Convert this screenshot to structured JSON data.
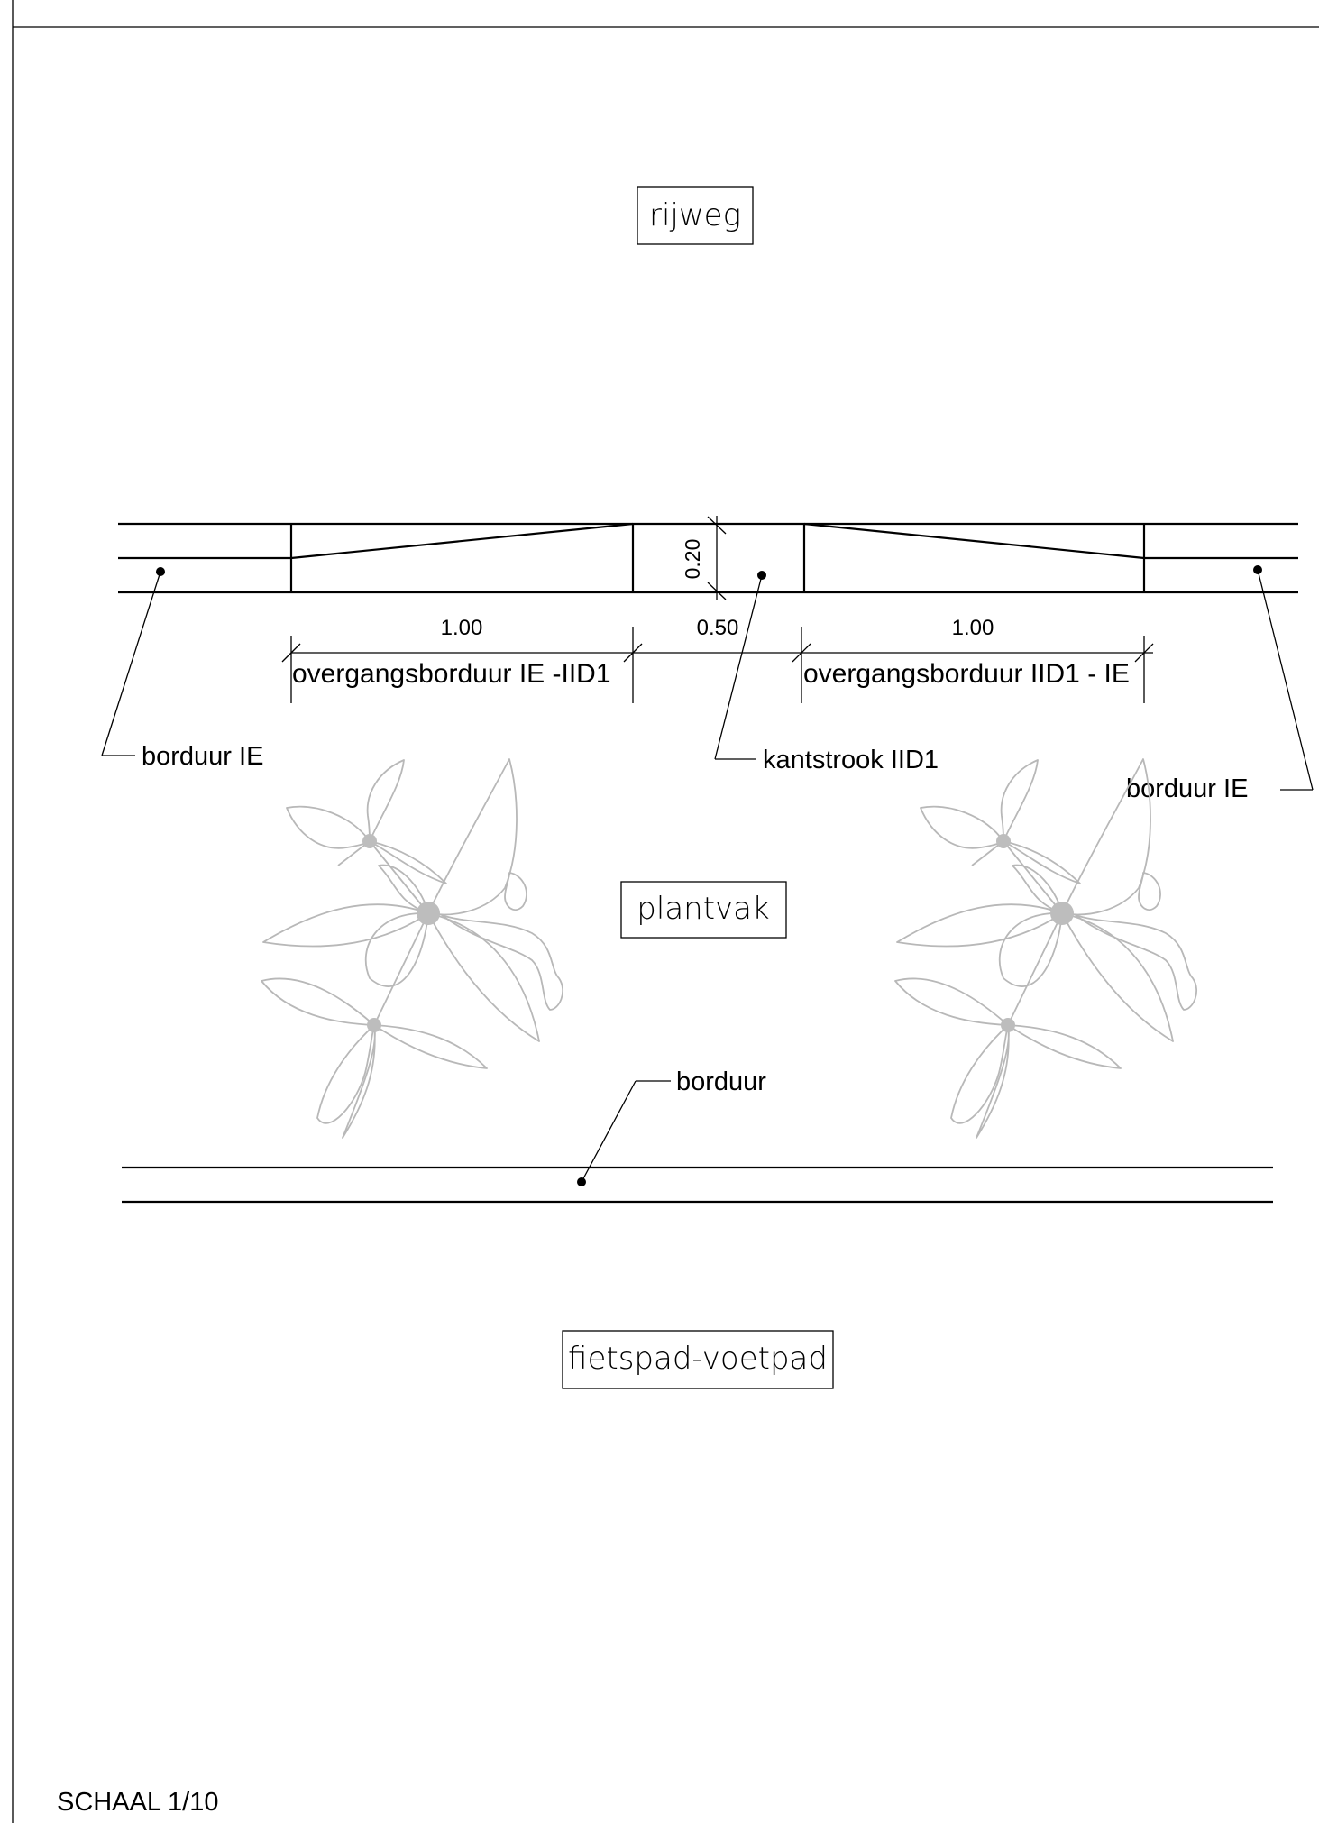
{
  "zones": {
    "road": "rijweg",
    "planting": "plantvak",
    "path": "fietspad-voetpad"
  },
  "dimensions": {
    "transition_left": "1.00",
    "edge_strip": "0.50",
    "transition_right": "1.00",
    "height": "0.20"
  },
  "labels": {
    "transition_left": "overgangsborduur IE -IID1",
    "transition_right": "overgangsborduur IID1 - IE",
    "curb_left": "borduur IE",
    "edge_strip": "kantstrook IID1",
    "curb_right": "borduur  IE",
    "curb_bottom": "borduur"
  },
  "scale": "SCHAAL 1/10",
  "colors": {
    "line": "#000000",
    "plant": "#b8b8b8"
  },
  "icons": [
    "plant-symbol-left",
    "plant-symbol-right"
  ]
}
